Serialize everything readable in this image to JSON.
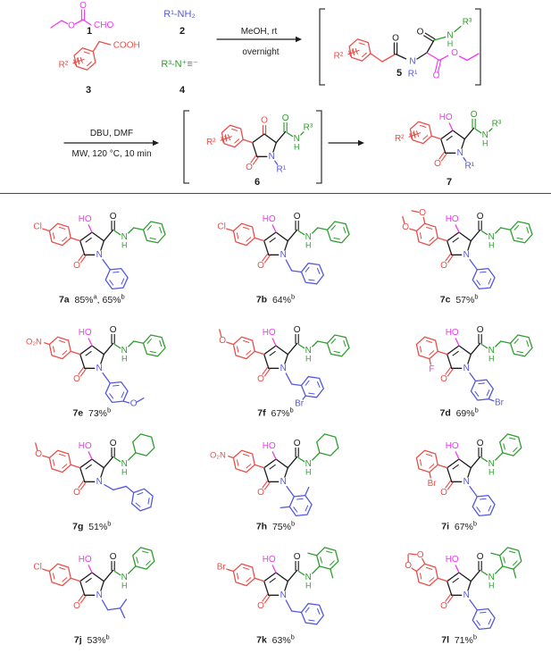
{
  "colors": {
    "black": "#1c1c1c",
    "red": "#e94f4a",
    "magenta": "#ee3bee",
    "blue": "#5457e0",
    "green": "#2e9e2e",
    "bracket": "#3a3a3a",
    "divider": "#4a4a4a"
  },
  "atom_labels": {
    "HO": "HO",
    "O": "O",
    "N": "N",
    "H": "H",
    "Cl": "Cl",
    "Br": "Br",
    "F": "F",
    "NO2": "O₂N",
    "CHO": "CHO",
    "COOH": "COOH",
    "R1": "R¹",
    "R2": "R²",
    "R3": "R³"
  },
  "scheme": {
    "reagents": {
      "1": {
        "number": "1",
        "structure": "ethyl ester of glyoxal (O=CH-CO-O-Et)"
      },
      "2": {
        "number": "2",
        "formula": "R¹-NH₂"
      },
      "3": {
        "number": "3",
        "structure": "arylacetic acid R²-C6H4-CH2-COOH"
      },
      "4": {
        "number": "4",
        "formula": "R³-N⁺≡⁻"
      }
    },
    "intermediates": {
      "5": {
        "number": "5",
        "structure": "Ugi adduct: R²-aryl-CH2-C(=O)-N(R¹)-CH(C(=O)NH-R³)-CO2Et"
      },
      "6": {
        "number": "6",
        "structure": "1-R¹-4-aryl-pyrrolidine-2,3-dione-5-carboxamide (NH-R³)"
      }
    },
    "product": {
      "number": "7",
      "structure": "3-hydroxy-4-aryl-1-R¹-5-(C(=O)NH-R³)-1,5-dihydro-2H-pyrrol-2-one"
    },
    "step1": {
      "line1": "MeOH, rt",
      "line2": "overnight"
    },
    "step2": {
      "line1": "DBU, DMF",
      "line2": "MW, 120 °C, 10 min"
    }
  },
  "products": [
    {
      "id": "7a",
      "yields": [
        {
          "value": "85%",
          "note": "a"
        },
        {
          "value": "65%",
          "note": "b"
        }
      ],
      "substituents": {
        "r2": "4-chlorophenyl",
        "r1": "phenyl",
        "r3": "benzyl"
      },
      "spec": {
        "r2": "pCl",
        "r1": "ph",
        "r3": "bn"
      }
    },
    {
      "id": "7b",
      "yields": [
        {
          "value": "64%",
          "note": "b"
        }
      ],
      "substituents": {
        "r2": "4-chlorophenyl",
        "r1": "benzyl",
        "r3": "benzyl"
      },
      "spec": {
        "r2": "pCl",
        "r1": "bn",
        "r3": "bn"
      }
    },
    {
      "id": "7c",
      "yields": [
        {
          "value": "57%",
          "note": "b"
        }
      ],
      "substituents": {
        "r2": "3,4-dimethoxyphenyl",
        "r1": "phenyl",
        "r3": "benzyl"
      },
      "spec": {
        "r2": "diOMe",
        "r1": "ph",
        "r3": "bn"
      }
    },
    {
      "id": "7e",
      "yields": [
        {
          "value": "73%",
          "note": "b"
        }
      ],
      "substituents": {
        "r2": "4-nitrophenyl",
        "r1": "4-methoxyphenyl",
        "r3": "benzyl"
      },
      "spec": {
        "r2": "pNO2",
        "r1": "pmp",
        "r3": "bn"
      }
    },
    {
      "id": "7f",
      "yields": [
        {
          "value": "67%",
          "note": "b"
        }
      ],
      "substituents": {
        "r2": "4-methoxyphenyl",
        "r1": "2-bromobenzyl",
        "r3": "benzyl"
      },
      "spec": {
        "r2": "pOMe",
        "r1": "oBrBn",
        "r3": "bn"
      }
    },
    {
      "id": "7d",
      "yields": [
        {
          "value": "69%",
          "note": "b"
        }
      ],
      "substituents": {
        "r2": "2-fluorophenyl",
        "r1": "4-bromophenyl",
        "r3": "benzyl"
      },
      "spec": {
        "r2": "oF",
        "r1": "pBrPh",
        "r3": "bn"
      }
    },
    {
      "id": "7g",
      "yields": [
        {
          "value": "51%",
          "note": "b"
        }
      ],
      "substituents": {
        "r2": "4-methoxyphenyl",
        "r1": "2-phenylethyl",
        "r3": "cyclohexyl"
      },
      "spec": {
        "r2": "pOMe",
        "r1": "phenethyl",
        "r3": "cy"
      }
    },
    {
      "id": "7h",
      "yields": [
        {
          "value": "75%",
          "note": "b"
        }
      ],
      "substituents": {
        "r2": "4-nitrophenyl",
        "r1": "2,6-dimethylphenyl",
        "r3": "cyclohexyl"
      },
      "spec": {
        "r2": "pNO2",
        "r1": "xylylN",
        "r3": "cy"
      }
    },
    {
      "id": "7i",
      "yields": [
        {
          "value": "67%",
          "note": "b"
        }
      ],
      "substituents": {
        "r2": "2-bromophenyl",
        "r1": "phenyl",
        "r3": "phenyl"
      },
      "spec": {
        "r2": "oBr",
        "r1": "ph",
        "r3": "ph"
      }
    },
    {
      "id": "7j",
      "yields": [
        {
          "value": "53%",
          "note": "b"
        }
      ],
      "substituents": {
        "r2": "4-chlorophenyl",
        "r1": "isobutyl",
        "r3": "phenyl"
      },
      "spec": {
        "r2": "pCl",
        "r1": "iBu",
        "r3": "ph"
      }
    },
    {
      "id": "7k",
      "yields": [
        {
          "value": "63%",
          "note": "b"
        }
      ],
      "substituents": {
        "r2": "4-bromophenyl",
        "r1": "benzyl",
        "r3": "2,6-dimethylphenyl"
      },
      "spec": {
        "r2": "pBr",
        "r1": "bn",
        "r3": "xylyl"
      }
    },
    {
      "id": "7l",
      "yields": [
        {
          "value": "71%",
          "note": "b"
        }
      ],
      "substituents": {
        "r2": "benzo[d][1,3]dioxol-5-yl",
        "r1": "phenyl",
        "r3": "2,6-dimethylphenyl"
      },
      "spec": {
        "r2": "dioxole",
        "r1": "ph",
        "r3": "xylyl"
      }
    }
  ]
}
